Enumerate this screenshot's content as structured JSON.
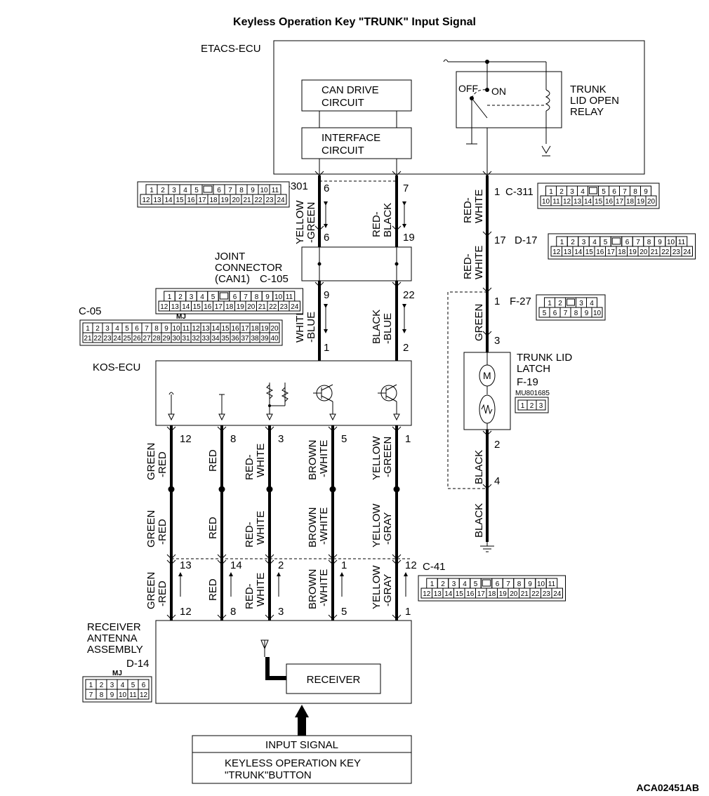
{
  "title": "Keyless Operation Key \"TRUNK\" Input Signal",
  "figure_id": "ACA02451AB",
  "etacs": {
    "label": "ETACS-ECU",
    "can_drive": [
      "CAN DRIVE",
      "CIRCUIT"
    ],
    "interface": [
      "INTERFACE",
      "CIRCUIT"
    ],
    "relay": {
      "off": "OFF",
      "on": "ON",
      "label": [
        "TRUNK",
        "LID OPEN",
        "RELAY"
      ]
    }
  },
  "connectors": {
    "c301": {
      "name": "C-301",
      "rows": [
        [
          "1",
          "2",
          "3",
          "4",
          "5",
          "",
          "6",
          "7",
          "8",
          "9",
          "10",
          "11"
        ],
        [
          "12",
          "13",
          "14",
          "15",
          "16",
          "17",
          "18",
          "19",
          "20",
          "21",
          "22",
          "23",
          "24"
        ]
      ]
    },
    "c311": {
      "name": "C-311",
      "rows": [
        [
          "1",
          "2",
          "3",
          "4",
          "",
          "5",
          "6",
          "7",
          "8",
          "9"
        ],
        [
          "10",
          "11",
          "12",
          "13",
          "14",
          "15",
          "16",
          "17",
          "18",
          "19",
          "20"
        ]
      ]
    },
    "d17": {
      "name": "D-17",
      "rows": [
        [
          "1",
          "2",
          "3",
          "4",
          "5",
          "",
          "6",
          "7",
          "8",
          "9",
          "10",
          "11"
        ],
        [
          "12",
          "13",
          "14",
          "15",
          "16",
          "17",
          "18",
          "19",
          "20",
          "21",
          "22",
          "23",
          "24"
        ]
      ]
    },
    "c105": {
      "name": "C-105",
      "rows": [
        [
          "1",
          "2",
          "3",
          "4",
          "5",
          "",
          "6",
          "7",
          "8",
          "9",
          "10",
          "11"
        ],
        [
          "12",
          "13",
          "14",
          "15",
          "16",
          "17",
          "18",
          "19",
          "20",
          "21",
          "22",
          "23",
          "24"
        ]
      ]
    },
    "c05": {
      "name": "C-05",
      "mj": "MJ",
      "rows": [
        [
          "1",
          "2",
          "3",
          "4",
          "5",
          "6",
          "7",
          "8",
          "9",
          "10",
          "11",
          "12",
          "13",
          "14",
          "15",
          "16",
          "17",
          "18",
          "19",
          "20"
        ],
        [
          "21",
          "22",
          "23",
          "24",
          "25",
          "26",
          "27",
          "28",
          "29",
          "30",
          "31",
          "32",
          "33",
          "34",
          "35",
          "36",
          "37",
          "38",
          "39",
          "40"
        ]
      ]
    },
    "f27": {
      "name": "F-27",
      "rows": [
        [
          "1",
          "2",
          "",
          "3",
          "4"
        ],
        [
          "5",
          "6",
          "7",
          "8",
          "9",
          "10"
        ]
      ]
    },
    "f19": {
      "name": "F-19",
      "part": "MU801685",
      "rows": [
        [
          "1",
          "2",
          "3"
        ]
      ]
    },
    "c41": {
      "name": "C-41",
      "rows": [
        [
          "1",
          "2",
          "3",
          "4",
          "5",
          "",
          "6",
          "7",
          "8",
          "9",
          "10",
          "11"
        ],
        [
          "12",
          "13",
          "14",
          "15",
          "16",
          "17",
          "18",
          "19",
          "20",
          "21",
          "22",
          "23",
          "24"
        ]
      ]
    },
    "d14": {
      "name": "D-14",
      "mj": "MJ",
      "rows": [
        [
          "1",
          "2",
          "3",
          "4",
          "5",
          "6"
        ],
        [
          "7",
          "8",
          "9",
          "10",
          "11",
          "12"
        ]
      ]
    }
  },
  "joint": {
    "label": [
      "JOINT",
      "CONNECTOR",
      "(CAN1)"
    ],
    "name": "C-105"
  },
  "can_wires": {
    "left": {
      "pin_top": "6",
      "color_top": [
        "YELLOW",
        "-GREEN"
      ],
      "pin_mid": "6",
      "pin_joint": "9",
      "color_bottom": [
        "WHITE",
        "-BLUE"
      ],
      "pin_bottom": "1"
    },
    "right": {
      "pin_top": "7",
      "color_top": [
        "RED-",
        "BLACK"
      ],
      "pin_mid": "19",
      "pin_joint": "22",
      "color_bottom": [
        "BLACK",
        "-BLUE"
      ],
      "pin_bottom": "2"
    }
  },
  "trunk_wire": {
    "pin_c311": "1",
    "c311_label": "C-311",
    "color1": [
      "RED-",
      "WHITE"
    ],
    "pin_d17": "17",
    "d17_label": "D-17",
    "color2": [
      "RED-",
      "WHITE"
    ],
    "pin_f27": "1",
    "f27_label": "F-27",
    "color3": "GREEN",
    "pin_latch_top": "3",
    "latch_label": [
      "TRUNK LID",
      "LATCH"
    ],
    "latch_conn": "F-19",
    "pin_latch_bottom": "2",
    "color4": "BLACK",
    "pin_f27_bottom": "4",
    "color5": "BLACK"
  },
  "kos": {
    "label": "KOS-ECU"
  },
  "kos_wires": [
    {
      "pin_top": "12",
      "color_a": [
        "GREEN",
        "-RED"
      ],
      "color_b": [
        "GREEN",
        "-RED"
      ],
      "pin_c41": "13",
      "color_c": [
        "GREEN",
        "-RED"
      ],
      "pin_bottom": "12"
    },
    {
      "pin_top": "8",
      "color_a": [
        "RED"
      ],
      "color_b": [
        "RED"
      ],
      "pin_c41": "14",
      "color_c": [
        "RED"
      ],
      "pin_bottom": "8"
    },
    {
      "pin_top": "3",
      "color_a": [
        "RED-",
        "WHITE"
      ],
      "color_b": [
        "RED-",
        "WHITE"
      ],
      "pin_c41": "2",
      "color_c": [
        "RED-",
        "WHITE"
      ],
      "pin_bottom": "3"
    },
    {
      "pin_top": "5",
      "color_a": [
        "BROWN",
        "-WHITE"
      ],
      "color_b": [
        "BROWN",
        "-WHITE"
      ],
      "pin_c41": "1",
      "color_c": [
        "BROWN",
        "-WHITE"
      ],
      "pin_bottom": "5"
    },
    {
      "pin_top": "1",
      "color_a": [
        "YELLOW",
        "-GREEN"
      ],
      "color_b": [
        "YELLOW",
        "-GRAY"
      ],
      "pin_c41": "12",
      "color_c": [
        "YELLOW",
        "-GRAY"
      ],
      "pin_bottom": "1"
    }
  ],
  "c41_label": "C-41",
  "receiver": {
    "assembly": [
      "RECEIVER",
      "ANTENNA",
      "ASSEMBLY"
    ],
    "conn": "D-14",
    "box": "RECEIVER"
  },
  "input": {
    "header": "INPUT SIGNAL",
    "body": [
      "KEYLESS OPERATION KEY",
      "\"TRUNK\"BUTTON"
    ]
  }
}
